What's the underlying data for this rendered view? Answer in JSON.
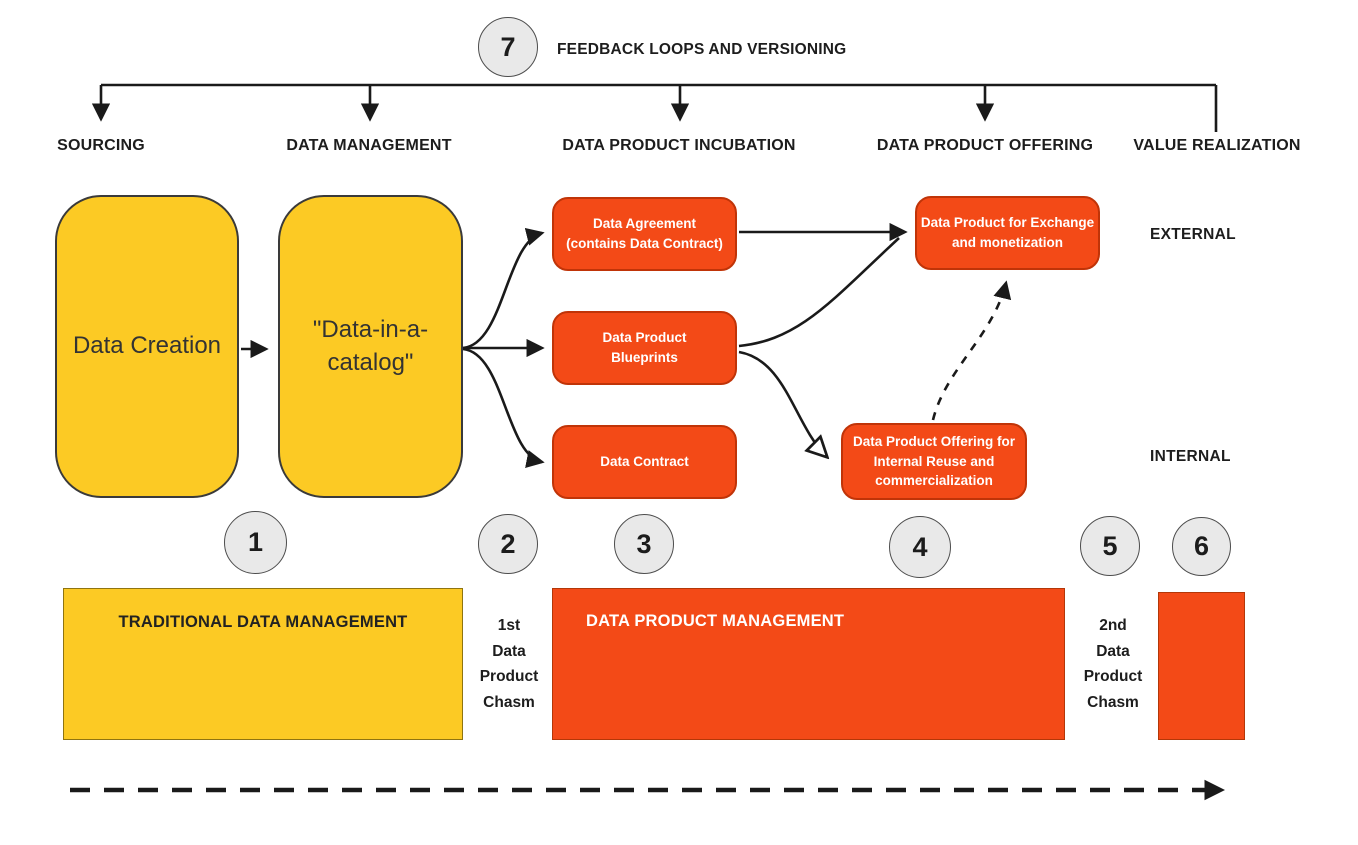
{
  "feedback": {
    "number": "7",
    "label": "FEEDBACK LOOPS AND VERSIONING"
  },
  "stages": [
    {
      "label": "SOURCING"
    },
    {
      "label": "DATA MANAGEMENT"
    },
    {
      "label": "DATA PRODUCT INCUBATION"
    },
    {
      "label": "DATA PRODUCT OFFERING"
    },
    {
      "label": "VALUE REALIZATION"
    }
  ],
  "boxes": {
    "creation": "Data Creation",
    "catalog": "\"Data-in-a-\ncatalog\"",
    "agreement": "Data Agreement\n(contains Data Contract)",
    "blueprints": "Data Product\nBlueprints",
    "contract": "Data Contract",
    "exchange": "Data Product for Exchange\nand monetization",
    "internal_offering": "Data Product Offering for\nInternal Reuse and\ncommercialization"
  },
  "zones": {
    "external": "EXTERNAL",
    "internal": "INTERNAL"
  },
  "milestones": [
    "1",
    "2",
    "3",
    "4",
    "5",
    "6"
  ],
  "bands": {
    "traditional": "TRADITIONAL DATA MANAGEMENT",
    "product": "DATA PRODUCT MANAGEMENT",
    "chasm1": "1st\nData\nProduct\nChasm",
    "chasm2": "2nd\nData\nProduct\nChasm"
  },
  "colors": {
    "yellow": "#FCCA24",
    "orange": "#F34A17",
    "circle_fill": "#E9E9E9",
    "line": "#1a1a1a"
  }
}
